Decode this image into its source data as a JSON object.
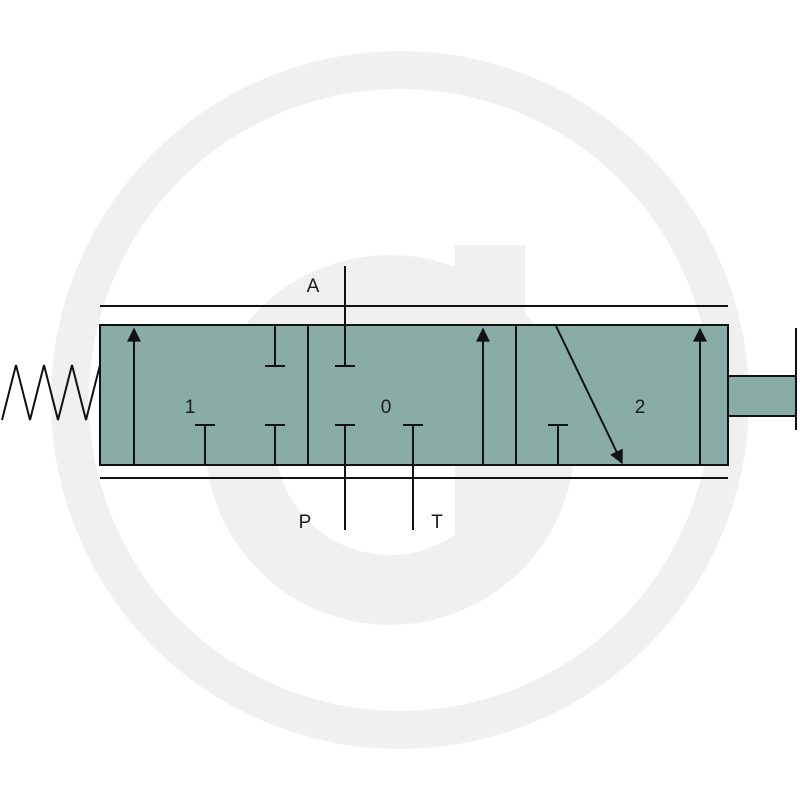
{
  "colors": {
    "valve_fill": "#8aaca7",
    "valve_fill_dark": "#7fa19c",
    "line": "#111111",
    "watermark": "#f0f0f0",
    "background": "#ffffff"
  },
  "icons": {
    "watermark": "logo-watermark-icon",
    "spring": "spring-icon",
    "actuator": "plunger-actuator-icon"
  },
  "ports": {
    "a": "A",
    "p": "P",
    "t": "T"
  },
  "positions": {
    "left": "1",
    "center": "0",
    "right": "2"
  }
}
